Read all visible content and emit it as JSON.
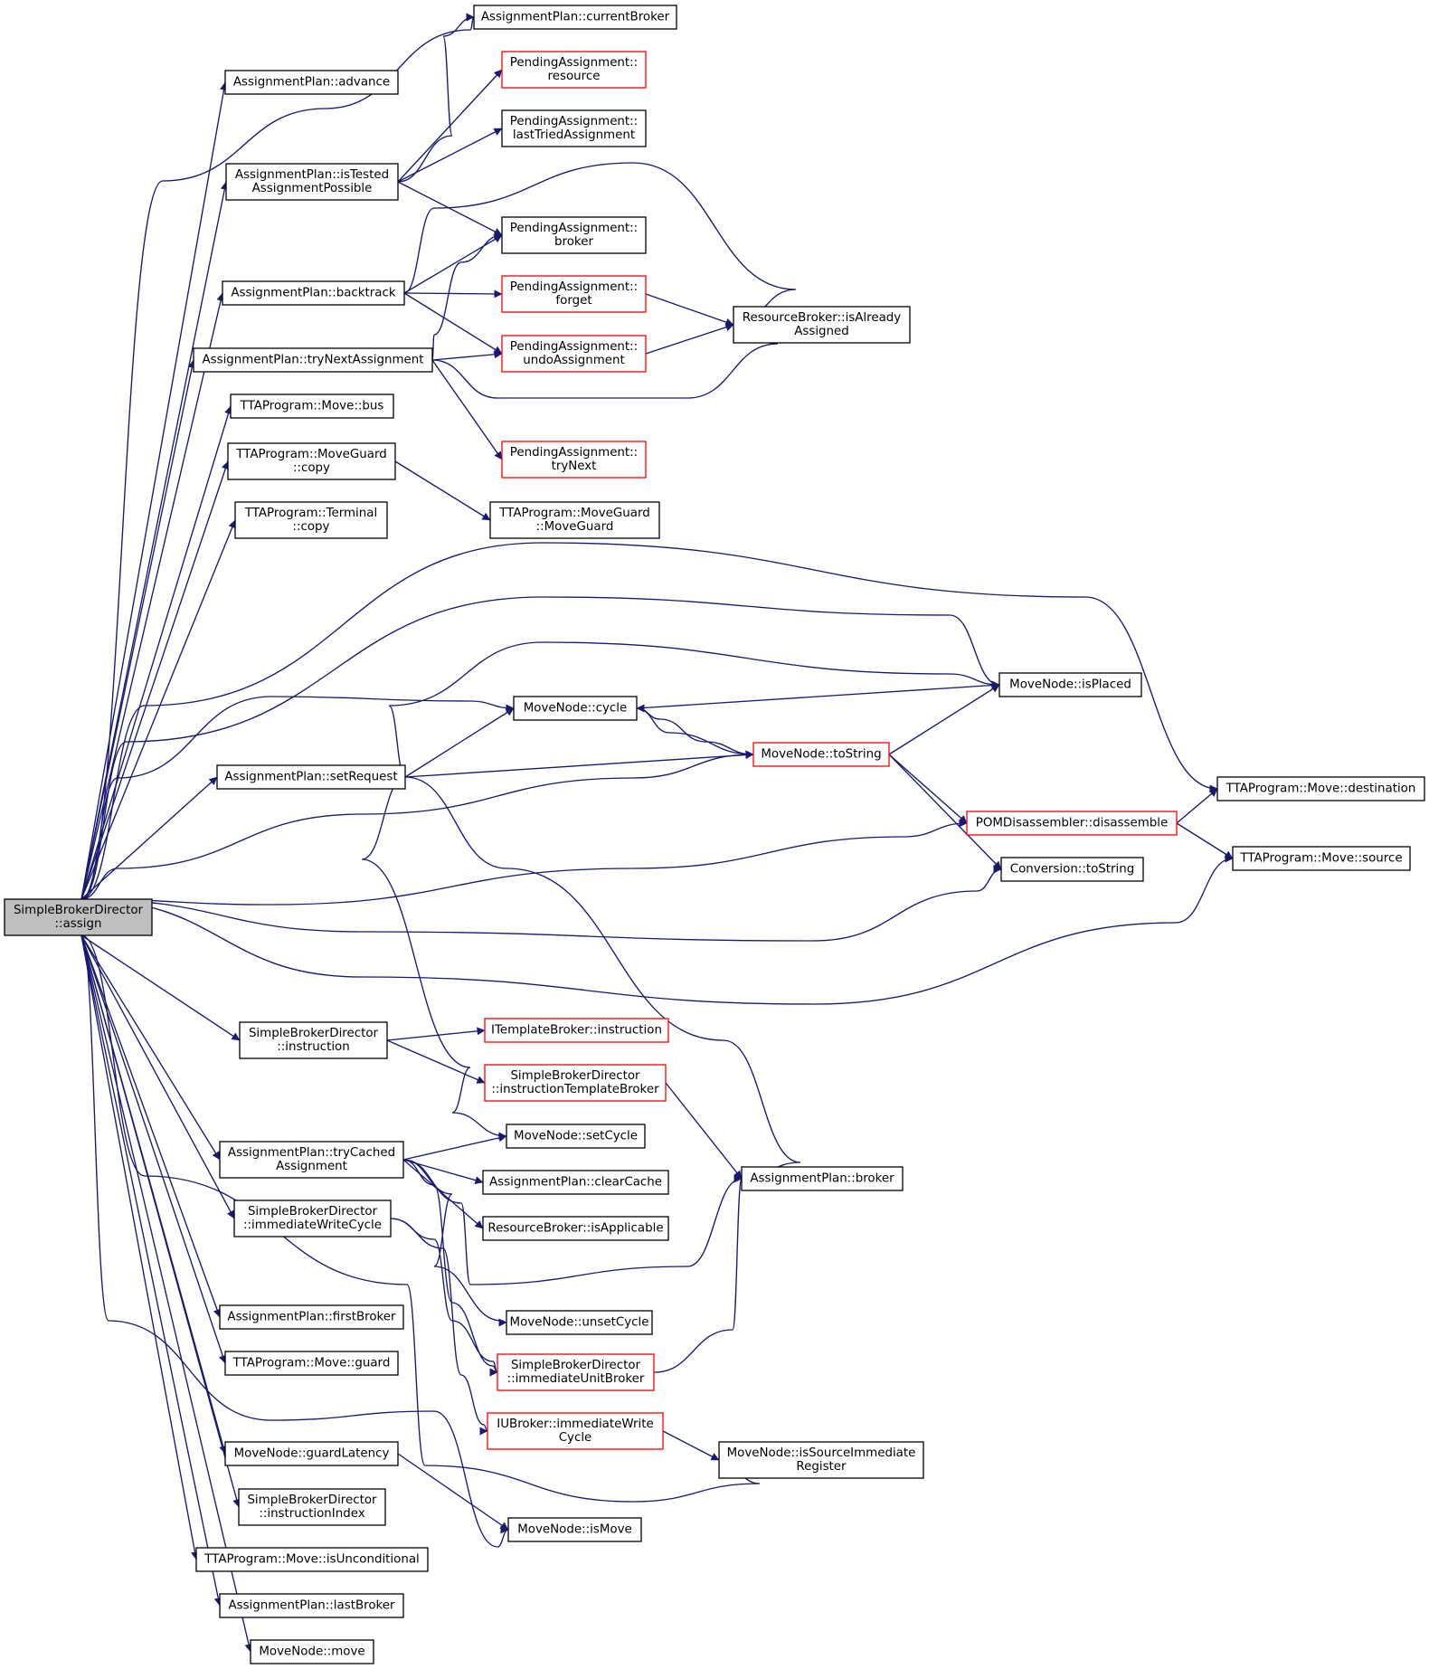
{
  "colors": {
    "edge": "#191970",
    "normal_border": "#000000",
    "truncated_border": "#ff0000",
    "root_fill": "#bfbfbf",
    "node_fill": "#ffffff"
  },
  "nodes": [
    {
      "id": "root",
      "lines": [
        "SimpleBrokerDirector",
        "::assign"
      ],
      "style": "root"
    },
    {
      "id": "ap_currentBroker",
      "lines": [
        "AssignmentPlan::currentBroker"
      ],
      "style": "normal"
    },
    {
      "id": "ap_advance",
      "lines": [
        "AssignmentPlan::advance"
      ],
      "style": "normal"
    },
    {
      "id": "pa_resource",
      "lines": [
        "PendingAssignment::",
        "resource"
      ],
      "style": "truncated"
    },
    {
      "id": "pa_lastTried",
      "lines": [
        "PendingAssignment::",
        "lastTriedAssignment"
      ],
      "style": "normal"
    },
    {
      "id": "ap_isTested",
      "lines": [
        "AssignmentPlan::isTested",
        "AssignmentPossible"
      ],
      "style": "normal"
    },
    {
      "id": "pa_broker",
      "lines": [
        "PendingAssignment::",
        "broker"
      ],
      "style": "normal"
    },
    {
      "id": "ap_backtrack",
      "lines": [
        "AssignmentPlan::backtrack"
      ],
      "style": "normal"
    },
    {
      "id": "pa_forget",
      "lines": [
        "PendingAssignment::",
        "forget"
      ],
      "style": "truncated"
    },
    {
      "id": "rb_isAlready",
      "lines": [
        "ResourceBroker::isAlready",
        "Assigned"
      ],
      "style": "normal"
    },
    {
      "id": "ap_tryNext",
      "lines": [
        "AssignmentPlan::tryNextAssignment"
      ],
      "style": "normal"
    },
    {
      "id": "pa_undo",
      "lines": [
        "PendingAssignment::",
        "undoAssignment"
      ],
      "style": "truncated"
    },
    {
      "id": "tta_bus",
      "lines": [
        "TTAProgram::Move::bus"
      ],
      "style": "normal"
    },
    {
      "id": "pa_tryNext",
      "lines": [
        "PendingAssignment::",
        "tryNext"
      ],
      "style": "truncated"
    },
    {
      "id": "tta_mg_copy",
      "lines": [
        "TTAProgram::MoveGuard",
        "::copy"
      ],
      "style": "normal"
    },
    {
      "id": "tta_term_copy",
      "lines": [
        "TTAProgram::Terminal",
        "::copy"
      ],
      "style": "normal"
    },
    {
      "id": "tta_mg_ctor",
      "lines": [
        "TTAProgram::MoveGuard",
        "::MoveGuard"
      ],
      "style": "normal"
    },
    {
      "id": "mn_isPlaced",
      "lines": [
        "MoveNode::isPlaced"
      ],
      "style": "normal"
    },
    {
      "id": "mn_cycle",
      "lines": [
        "MoveNode::cycle"
      ],
      "style": "normal"
    },
    {
      "id": "mn_toString",
      "lines": [
        "MoveNode::toString"
      ],
      "style": "truncated"
    },
    {
      "id": "ap_setRequest",
      "lines": [
        "AssignmentPlan::setRequest"
      ],
      "style": "normal"
    },
    {
      "id": "tta_dest",
      "lines": [
        "TTAProgram::Move::destination"
      ],
      "style": "normal"
    },
    {
      "id": "pom_dis",
      "lines": [
        "POMDisassembler::disassemble"
      ],
      "style": "truncated"
    },
    {
      "id": "tta_source",
      "lines": [
        "TTAProgram::Move::source"
      ],
      "style": "normal"
    },
    {
      "id": "conv_toString",
      "lines": [
        "Conversion::toString"
      ],
      "style": "normal"
    },
    {
      "id": "sbd_instruction",
      "lines": [
        "SimpleBrokerDirector",
        "::instruction"
      ],
      "style": "normal"
    },
    {
      "id": "itb_instruction",
      "lines": [
        "ITemplateBroker::instruction"
      ],
      "style": "truncated"
    },
    {
      "id": "sbd_itb",
      "lines": [
        "SimpleBrokerDirector",
        "::instructionTemplateBroker"
      ],
      "style": "truncated"
    },
    {
      "id": "mn_setCycle",
      "lines": [
        "MoveNode::setCycle"
      ],
      "style": "normal"
    },
    {
      "id": "ap_tryCached",
      "lines": [
        "AssignmentPlan::tryCached",
        "Assignment"
      ],
      "style": "normal"
    },
    {
      "id": "ap_clearCache",
      "lines": [
        "AssignmentPlan::clearCache"
      ],
      "style": "normal"
    },
    {
      "id": "ap_broker",
      "lines": [
        "AssignmentPlan::broker"
      ],
      "style": "normal"
    },
    {
      "id": "sbd_iwc",
      "lines": [
        "SimpleBrokerDirector",
        "::immediateWriteCycle"
      ],
      "style": "normal"
    },
    {
      "id": "rb_isApplicable",
      "lines": [
        "ResourceBroker::isApplicable"
      ],
      "style": "normal"
    },
    {
      "id": "ap_firstBroker",
      "lines": [
        "AssignmentPlan::firstBroker"
      ],
      "style": "normal"
    },
    {
      "id": "mn_unsetCycle",
      "lines": [
        "MoveNode::unsetCycle"
      ],
      "style": "normal"
    },
    {
      "id": "tta_guard",
      "lines": [
        "TTAProgram::Move::guard"
      ],
      "style": "normal"
    },
    {
      "id": "sbd_iub",
      "lines": [
        "SimpleBrokerDirector",
        "::immediateUnitBroker"
      ],
      "style": "truncated"
    },
    {
      "id": "iub_iwc",
      "lines": [
        "IUBroker::immediateWrite",
        "Cycle"
      ],
      "style": "truncated"
    },
    {
      "id": "mn_guardLatency",
      "lines": [
        "MoveNode::guardLatency"
      ],
      "style": "normal"
    },
    {
      "id": "mn_isSrcImm",
      "lines": [
        "MoveNode::isSourceImmediate",
        "Register"
      ],
      "style": "normal"
    },
    {
      "id": "sbd_instrIndex",
      "lines": [
        "SimpleBrokerDirector",
        "::instructionIndex"
      ],
      "style": "normal"
    },
    {
      "id": "mn_isMove",
      "lines": [
        "MoveNode::isMove"
      ],
      "style": "normal"
    },
    {
      "id": "tta_isUncond",
      "lines": [
        "TTAProgram::Move::isUnconditional"
      ],
      "style": "normal"
    },
    {
      "id": "ap_lastBroker",
      "lines": [
        "AssignmentPlan::lastBroker"
      ],
      "style": "normal"
    },
    {
      "id": "mn_move",
      "lines": [
        "MoveNode::move"
      ],
      "style": "normal"
    }
  ],
  "edges": [
    [
      "root",
      "ap_advance"
    ],
    [
      "root",
      "ap_currentBroker"
    ],
    [
      "root",
      "ap_isTested"
    ],
    [
      "root",
      "ap_backtrack"
    ],
    [
      "root",
      "ap_tryNext"
    ],
    [
      "root",
      "tta_bus"
    ],
    [
      "root",
      "tta_mg_copy"
    ],
    [
      "root",
      "tta_term_copy"
    ],
    [
      "root",
      "tta_dest"
    ],
    [
      "root",
      "mn_isPlaced"
    ],
    [
      "root",
      "mn_cycle"
    ],
    [
      "root",
      "ap_setRequest"
    ],
    [
      "root",
      "mn_toString"
    ],
    [
      "root",
      "pom_dis"
    ],
    [
      "root",
      "conv_toString"
    ],
    [
      "root",
      "tta_source"
    ],
    [
      "root",
      "sbd_instruction"
    ],
    [
      "root",
      "ap_tryCached"
    ],
    [
      "root",
      "sbd_iwc"
    ],
    [
      "root",
      "mn_isSrcImm"
    ],
    [
      "root",
      "ap_firstBroker"
    ],
    [
      "root",
      "tta_guard"
    ],
    [
      "root",
      "mn_isMove"
    ],
    [
      "root",
      "mn_guardLatency"
    ],
    [
      "root",
      "sbd_instrIndex"
    ],
    [
      "root",
      "tta_isUncond"
    ],
    [
      "root",
      "ap_lastBroker"
    ],
    [
      "root",
      "mn_move"
    ],
    [
      "ap_isTested",
      "ap_currentBroker"
    ],
    [
      "ap_isTested",
      "pa_resource"
    ],
    [
      "ap_isTested",
      "pa_lastTried"
    ],
    [
      "ap_isTested",
      "pa_broker"
    ],
    [
      "ap_backtrack",
      "pa_broker"
    ],
    [
      "ap_backtrack",
      "pa_forget"
    ],
    [
      "ap_backtrack",
      "pa_undo"
    ],
    [
      "ap_backtrack",
      "rb_isAlready"
    ],
    [
      "pa_forget",
      "rb_isAlready"
    ],
    [
      "pa_undo",
      "rb_isAlready"
    ],
    [
      "ap_tryNext",
      "pa_broker"
    ],
    [
      "ap_tryNext",
      "pa_undo"
    ],
    [
      "ap_tryNext",
      "rb_isAlready"
    ],
    [
      "ap_tryNext",
      "pa_tryNext"
    ],
    [
      "tta_mg_copy",
      "tta_mg_ctor"
    ],
    [
      "mn_cycle",
      "mn_isPlaced"
    ],
    [
      "mn_cycle",
      "mn_toString"
    ],
    [
      "mn_toString",
      "mn_cycle"
    ],
    [
      "mn_toString",
      "mn_isPlaced"
    ],
    [
      "mn_toString",
      "pom_dis"
    ],
    [
      "mn_toString",
      "conv_toString"
    ],
    [
      "ap_setRequest",
      "mn_isPlaced"
    ],
    [
      "ap_setRequest",
      "mn_cycle"
    ],
    [
      "ap_setRequest",
      "mn_toString"
    ],
    [
      "ap_setRequest",
      "mn_setCycle"
    ],
    [
      "ap_setRequest",
      "ap_broker"
    ],
    [
      "pom_dis",
      "tta_dest"
    ],
    [
      "pom_dis",
      "tta_source"
    ],
    [
      "sbd_instruction",
      "itb_instruction"
    ],
    [
      "sbd_instruction",
      "sbd_itb"
    ],
    [
      "sbd_itb",
      "ap_broker"
    ],
    [
      "ap_tryCached",
      "mn_setCycle"
    ],
    [
      "ap_tryCached",
      "ap_clearCache"
    ],
    [
      "ap_tryCached",
      "rb_isApplicable"
    ],
    [
      "ap_tryCached",
      "ap_broker"
    ],
    [
      "ap_tryCached",
      "mn_unsetCycle"
    ],
    [
      "ap_tryCached",
      "sbd_iub"
    ],
    [
      "sbd_iwc",
      "sbd_iub"
    ],
    [
      "sbd_iwc",
      "iub_iwc"
    ],
    [
      "sbd_iub",
      "ap_broker"
    ],
    [
      "iub_iwc",
      "mn_isSrcImm"
    ],
    [
      "mn_guardLatency",
      "mn_isMove"
    ]
  ]
}
